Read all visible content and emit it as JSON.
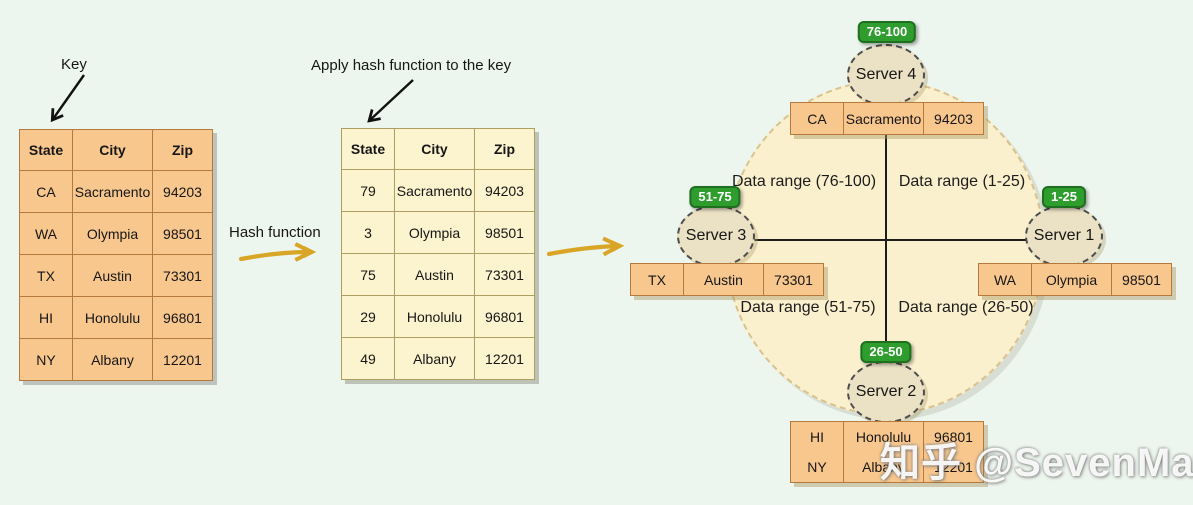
{
  "annotations": {
    "key_label": "Key",
    "apply_hash_label": "Apply hash function to the key",
    "hash_function_label": "Hash function"
  },
  "source_table": {
    "headers": [
      "State",
      "City",
      "Zip"
    ],
    "rows": [
      [
        "CA",
        "Sacramento",
        "94203"
      ],
      [
        "WA",
        "Olympia",
        "98501"
      ],
      [
        "TX",
        "Austin",
        "73301"
      ],
      [
        "HI",
        "Honolulu",
        "96801"
      ],
      [
        "NY",
        "Albany",
        "12201"
      ]
    ]
  },
  "hashed_table": {
    "headers": [
      "State",
      "City",
      "Zip"
    ],
    "rows": [
      [
        "79",
        "Sacramento",
        "94203"
      ],
      [
        "3",
        "Olympia",
        "98501"
      ],
      [
        "75",
        "Austin",
        "73301"
      ],
      [
        "29",
        "Honolulu",
        "96801"
      ],
      [
        "49",
        "Albany",
        "12201"
      ]
    ]
  },
  "ring": {
    "quadrant_labels": [
      "Data range (76-100)",
      "Data range (1-25)",
      "Data range (51-75)",
      "Data range (26-50)"
    ],
    "servers": [
      {
        "name": "Server 4",
        "range": "76-100",
        "rows": [
          [
            "CA",
            "Sacramento",
            "94203"
          ]
        ]
      },
      {
        "name": "Server 1",
        "range": "1-25",
        "rows": [
          [
            "WA",
            "Olympia",
            "98501"
          ]
        ]
      },
      {
        "name": "Server 3",
        "range": "51-75",
        "rows": [
          [
            "TX",
            "Austin",
            "73301"
          ]
        ]
      },
      {
        "name": "Server 2",
        "range": "26-50",
        "rows": [
          [
            "HI",
            "Honolulu",
            "96801"
          ],
          [
            "NY",
            "Albany",
            "12201"
          ]
        ]
      }
    ]
  },
  "watermark": "知乎 @SevenMatrix",
  "colors": {
    "background": "#EDF6EE",
    "table_orange_fill": "#F8C78E",
    "table_orange_border": "#B5793C",
    "table_yellow_fill": "#FCF3CF",
    "table_yellow_border": "#AD9F62",
    "ring_fill": "#FBF0CE",
    "ring_border": "#D9C28E",
    "server_node_fill": "#EBE1C4",
    "badge_green": "#2E9D2E",
    "badge_border_green": "#1E6F1E",
    "arrow_gold": "#D9A526",
    "arrow_black": "#111111"
  }
}
